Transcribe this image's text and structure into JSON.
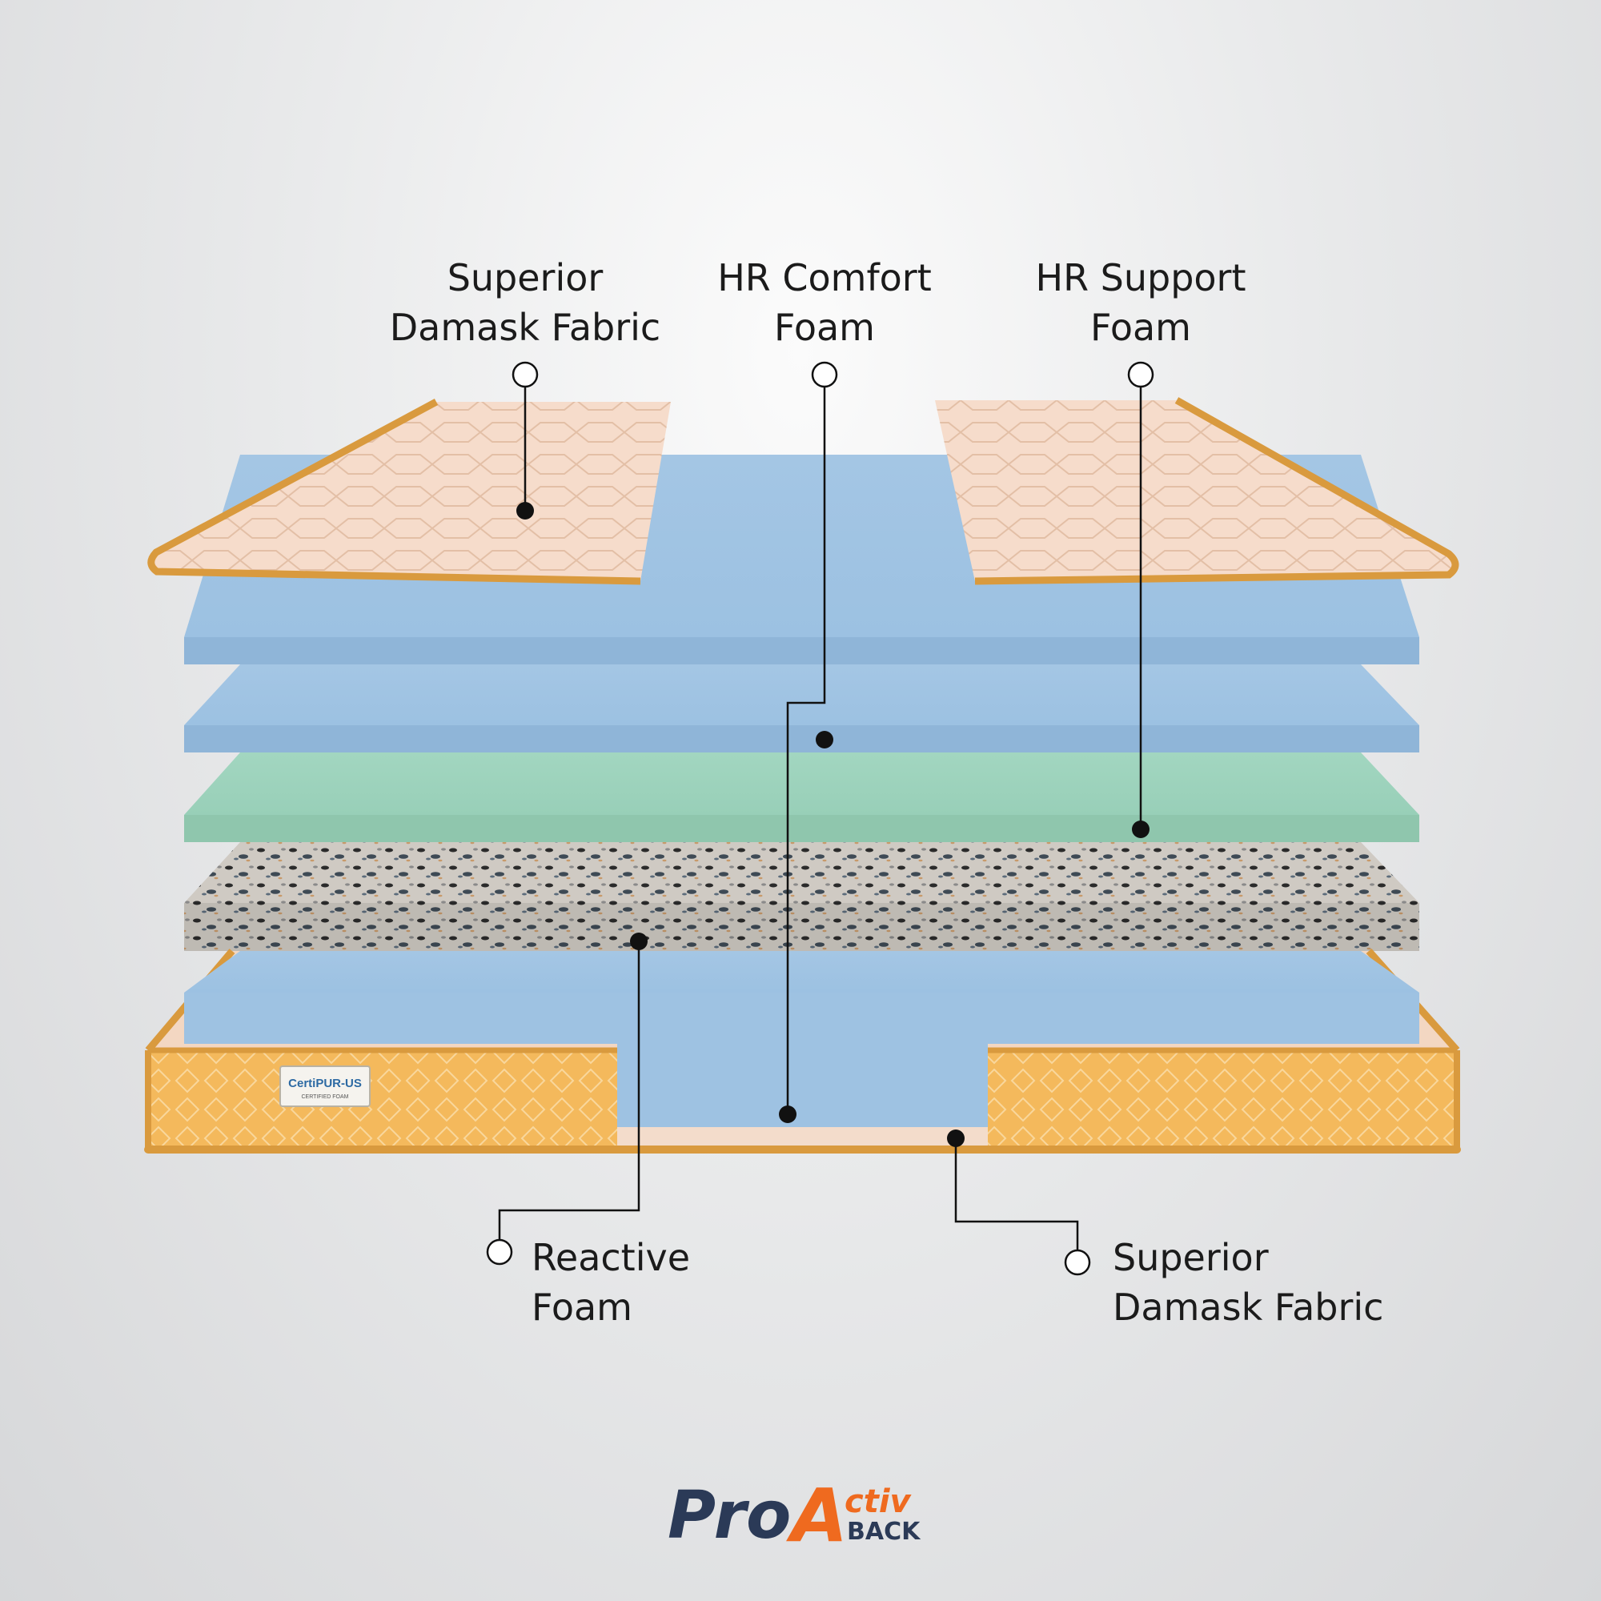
{
  "labels": {
    "top_fabric": {
      "line1": "Superior",
      "line2": "Damask Fabric"
    },
    "hr_comfort": {
      "line1": "HR Comfort",
      "line2": "Foam"
    },
    "hr_support": {
      "line1": "HR Support",
      "line2": "Foam"
    },
    "reactive": {
      "line1": "Reactive",
      "line2": "Foam"
    },
    "bottom_fabric": {
      "line1": "Superior",
      "line2": "Damask Fabric"
    }
  },
  "certification_tag": {
    "line1": "CertiPUR-US",
    "line2": "CERTIFIED FOAM"
  },
  "brand": {
    "pro": "Pro",
    "a": "A",
    "ctiv": "ctiv",
    "back": "BACK"
  },
  "colors": {
    "foam_blue": "#a7c9e6",
    "foam_green": "#a6d8c2",
    "fabric_peach": "#f6dcc9",
    "piping_orange": "#e0a24a",
    "side_panel": "#f2b85c",
    "brand_navy": "#2b3a57",
    "brand_orange": "#ef6a1f"
  }
}
